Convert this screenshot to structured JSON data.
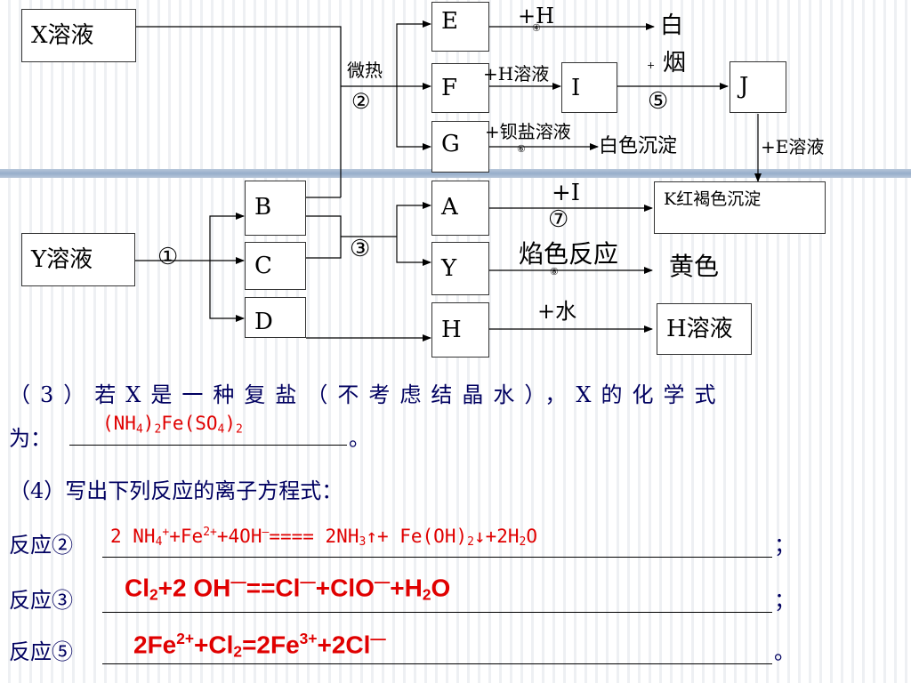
{
  "diagram": {
    "boxes": {
      "x_solution": "X溶液",
      "y_solution": "Y溶液",
      "e": "E",
      "f": "F",
      "g": "G",
      "i": "I",
      "j": "J",
      "b": "B",
      "c": "C",
      "d": "D",
      "a": "A",
      "y": "Y",
      "h": "H",
      "k_precipitate": "K红褐色沉淀",
      "h_solution": "H溶液"
    },
    "labels": {
      "heat": "微热",
      "step2": "②",
      "step1": "①",
      "step3": "③",
      "plus_h": "+H",
      "step4_small": "④",
      "white_smoke_1": "白",
      "white_smoke_2": "烟",
      "small_plus": "+",
      "step5": "⑤",
      "plus_h_solution": "+H溶液",
      "plus_barium": "+钡盐溶液",
      "step6_small": "⑥",
      "white_precipitate": "白色沉淀",
      "plus_e_solution": "+E溶液",
      "plus_i": "+I",
      "step7": "⑦",
      "flame_test": "焰色反应",
      "step8_small": "⑧",
      "yellow": "黄色",
      "plus_water": "+水"
    }
  },
  "questions": {
    "q3_line1": "（3）若X是一种复盐（不考虑结晶水），X的化学式",
    "q3_line2_prefix": "为：",
    "q3_line2_suffix": "。",
    "q4_title": "（4）写出下列反应的离子方程式：",
    "r2_prefix": "反应②",
    "r3_prefix": "反应③",
    "r5_prefix": "反应⑤",
    "semicolon": "；",
    "period": "。"
  },
  "answers": {
    "q3": {
      "t1": "(NH",
      "t2": "4",
      "t3": ")",
      "t4": "2",
      "t5": "Fe(SO",
      "t6": "4",
      "t7": ")",
      "t8": "2"
    },
    "r2": {
      "t1": "2 NH",
      "t2": "4",
      "t3": "+",
      "t4": "+Fe",
      "t5": "2+",
      "t6": "+4OH",
      "t7": "—",
      "t8": "==== 2NH",
      "t9": "3",
      "t10": "↑+ Fe(OH)",
      "t11": "2",
      "t12": "↓+2H",
      "t13": "2",
      "t14": "O"
    },
    "r3": {
      "t1": "Cl",
      "t2": "2",
      "t3": "+2 OH",
      "t4": "—",
      "t5": "==Cl",
      "t6": "—",
      "t7": "+ClO",
      "t8": "—",
      "t9": "+H",
      "t10": "2",
      "t11": "O"
    },
    "r5": {
      "t1": "2Fe",
      "t2": "2+",
      "t3": "+Cl",
      "t4": "2",
      "t5": "=2Fe",
      "t6": "3+",
      "t7": "+2Cl",
      "t8": "—"
    }
  },
  "colors": {
    "answer": "#e00000",
    "question_text": "#000060",
    "band": "#97aecb"
  }
}
